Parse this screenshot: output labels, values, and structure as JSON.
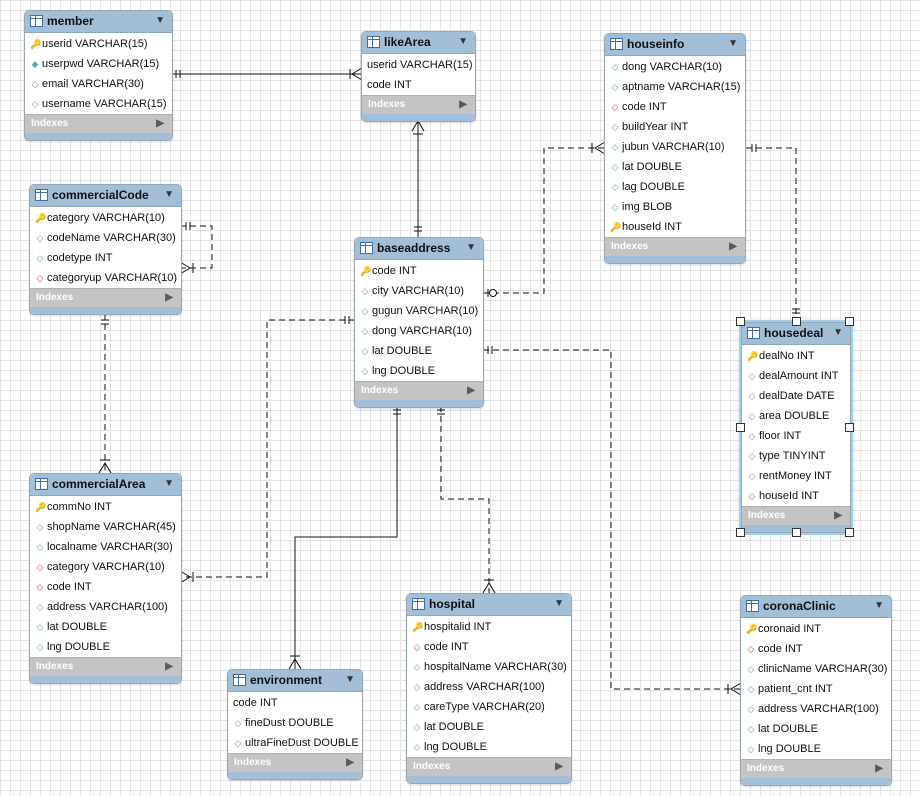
{
  "tables": {
    "member": {
      "name": "member",
      "columns": [
        {
          "text": "userid VARCHAR(15)",
          "icon": "pk"
        },
        {
          "text": "userpwd VARCHAR(15)",
          "icon": "nn"
        },
        {
          "text": "email VARCHAR(30)",
          "icon": "dia"
        },
        {
          "text": "username VARCHAR(15)",
          "icon": "dia"
        }
      ],
      "indexes_label": "Indexes"
    },
    "likeArea": {
      "name": "likeArea",
      "columns": [
        {
          "text": "userid VARCHAR(15)",
          "icon": "none"
        },
        {
          "text": "code INT",
          "icon": "none"
        }
      ],
      "indexes_label": "Indexes"
    },
    "houseinfo": {
      "name": "houseinfo",
      "columns": [
        {
          "text": "dong VARCHAR(10)",
          "icon": "dia"
        },
        {
          "text": "aptname VARCHAR(15)",
          "icon": "dia"
        },
        {
          "text": "code INT",
          "icon": "fk"
        },
        {
          "text": "buildYear INT",
          "icon": "dia"
        },
        {
          "text": "jubun VARCHAR(10)",
          "icon": "dia"
        },
        {
          "text": "lat DOUBLE",
          "icon": "dia"
        },
        {
          "text": "lag DOUBLE",
          "icon": "dia"
        },
        {
          "text": "img BLOB",
          "icon": "dia"
        },
        {
          "text": "houseId INT",
          "icon": "pk"
        }
      ],
      "indexes_label": "Indexes"
    },
    "commercialCode": {
      "name": "commercialCode",
      "columns": [
        {
          "text": "category VARCHAR(10)",
          "icon": "pk"
        },
        {
          "text": "codeName VARCHAR(30)",
          "icon": "dia"
        },
        {
          "text": "codetype INT",
          "icon": "dia"
        },
        {
          "text": "categoryup VARCHAR(10)",
          "icon": "fk"
        }
      ],
      "indexes_label": "Indexes"
    },
    "baseaddress": {
      "name": "baseaddress",
      "columns": [
        {
          "text": "code INT",
          "icon": "pk"
        },
        {
          "text": "city VARCHAR(10)",
          "icon": "dia"
        },
        {
          "text": "gugun VARCHAR(10)",
          "icon": "dia"
        },
        {
          "text": "dong VARCHAR(10)",
          "icon": "dia"
        },
        {
          "text": "lat DOUBLE",
          "icon": "dia"
        },
        {
          "text": "lng DOUBLE",
          "icon": "dia"
        }
      ],
      "indexes_label": "Indexes"
    },
    "housedeal": {
      "name": "housedeal",
      "columns": [
        {
          "text": "dealNo INT",
          "icon": "pk"
        },
        {
          "text": "dealAmount INT",
          "icon": "dia"
        },
        {
          "text": "dealDate DATE",
          "icon": "dia"
        },
        {
          "text": "area DOUBLE",
          "icon": "dia"
        },
        {
          "text": "floor INT",
          "icon": "dia"
        },
        {
          "text": "type TINYINT",
          "icon": "dia"
        },
        {
          "text": "rentMoney INT",
          "icon": "dia"
        },
        {
          "text": "houseId INT",
          "icon": "fk"
        }
      ],
      "indexes_label": "Indexes"
    },
    "commercialArea": {
      "name": "commercialArea",
      "columns": [
        {
          "text": "commNo INT",
          "icon": "pk"
        },
        {
          "text": "shopName VARCHAR(45)",
          "icon": "dia"
        },
        {
          "text": "localname VARCHAR(30)",
          "icon": "dia"
        },
        {
          "text": "category VARCHAR(10)",
          "icon": "fk"
        },
        {
          "text": "code INT",
          "icon": "fk"
        },
        {
          "text": "address VARCHAR(100)",
          "icon": "dia"
        },
        {
          "text": "lat DOUBLE",
          "icon": "dia"
        },
        {
          "text": "lng DOUBLE",
          "icon": "dia"
        }
      ],
      "indexes_label": "Indexes"
    },
    "hospital": {
      "name": "hospital",
      "columns": [
        {
          "text": "hospitalid INT",
          "icon": "pk"
        },
        {
          "text": "code INT",
          "icon": "fk"
        },
        {
          "text": "hospitalName VARCHAR(30)",
          "icon": "dia"
        },
        {
          "text": "address VARCHAR(100)",
          "icon": "dia"
        },
        {
          "text": "careType VARCHAR(20)",
          "icon": "dia"
        },
        {
          "text": "lat DOUBLE",
          "icon": "dia"
        },
        {
          "text": "lng DOUBLE",
          "icon": "dia"
        }
      ],
      "indexes_label": "Indexes"
    },
    "coronaClinic": {
      "name": "coronaClinic",
      "columns": [
        {
          "text": "coronaid INT",
          "icon": "pk"
        },
        {
          "text": "code INT",
          "icon": "fk"
        },
        {
          "text": "clinicName VARCHAR(30)",
          "icon": "dia"
        },
        {
          "text": "patient_cnt INT",
          "icon": "dia"
        },
        {
          "text": "address VARCHAR(100)",
          "icon": "dia"
        },
        {
          "text": "lat DOUBLE",
          "icon": "dia"
        },
        {
          "text": "lng DOUBLE",
          "icon": "dia"
        }
      ],
      "indexes_label": "Indexes"
    },
    "environment": {
      "name": "environment",
      "columns": [
        {
          "text": "code INT",
          "icon": "none"
        },
        {
          "text": "fineDust DOUBLE",
          "icon": "dia"
        },
        {
          "text": "ultraFineDust DOUBLE",
          "icon": "dia"
        }
      ],
      "indexes_label": "Indexes"
    }
  },
  "colors": {
    "header": "#a3bfd8",
    "indexes_bar": "#c4c4c4",
    "connector": "#111111",
    "selection_glow": "#9fd0ea"
  }
}
